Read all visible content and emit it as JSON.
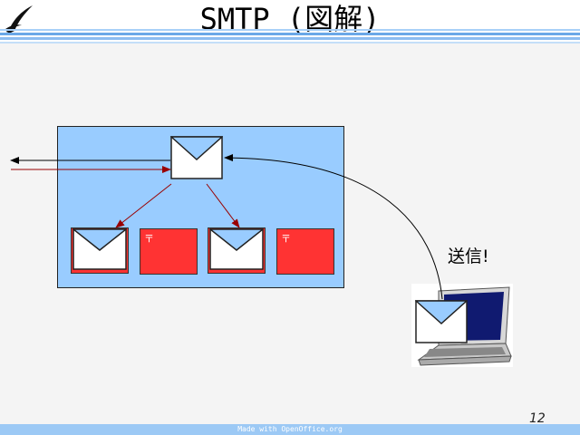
{
  "slide": {
    "title": "SMTP (図解)",
    "send_label": "送信!",
    "page_number": "12",
    "footer_text": "Made with OpenOffice.org",
    "postal_mark": "〒"
  },
  "colors": {
    "server_box": "#99ccff",
    "mailbox_red": "#ff3333",
    "arrow_red": "#990000",
    "header_line": "#6aa8e8",
    "footer_bar": "#9cc9f5"
  },
  "icons": [
    "openoffice-gull-icon",
    "envelope-icon",
    "mailbox-icon",
    "laptop-icon"
  ]
}
